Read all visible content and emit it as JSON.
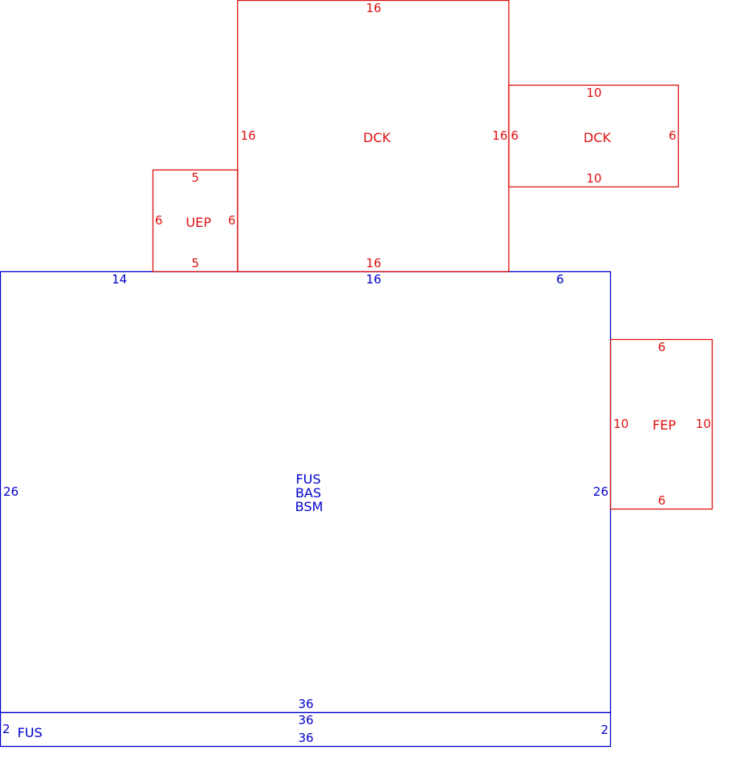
{
  "colors": {
    "main": "#0000cc",
    "addition": "#dd1111",
    "background": "#ffffff"
  },
  "areas": {
    "main": {
      "labels": [
        "FUS",
        "BAS",
        "BSM"
      ],
      "top_left": "14",
      "top_mid": "16",
      "top_right": "6",
      "left": "26",
      "right": "26",
      "bottom": "36"
    },
    "strip": {
      "label": "FUS",
      "top": "36",
      "bottom": "36",
      "left": "2",
      "right": "2"
    },
    "deck_large": {
      "label": "DCK",
      "top": "16",
      "bottom": "16",
      "left": "16",
      "right": "16"
    },
    "deck_small": {
      "label": "DCK",
      "top": "10",
      "bottom": "10",
      "left": "6",
      "right": "6"
    },
    "uep": {
      "label": "UEP",
      "top": "5",
      "bottom": "5",
      "left": "6",
      "right": "6"
    },
    "fep": {
      "label": "FEP",
      "top": "6",
      "bottom": "6",
      "left": "10",
      "right": "10"
    }
  }
}
